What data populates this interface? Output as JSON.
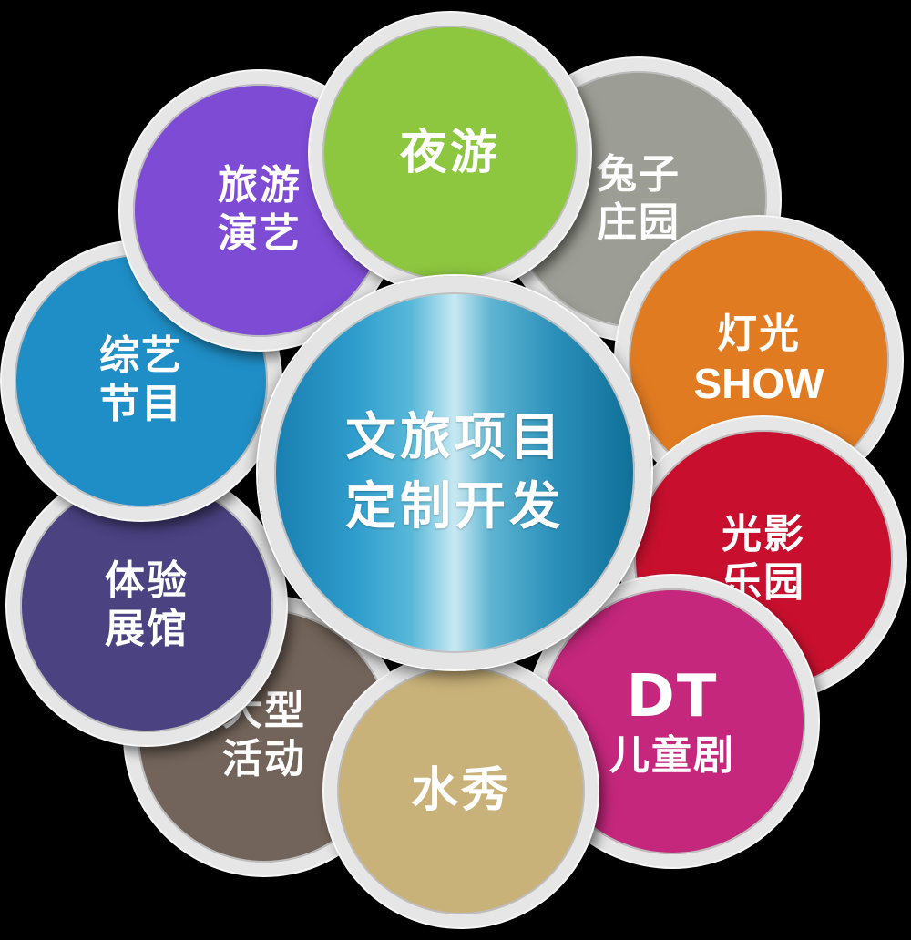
{
  "center": {
    "lines": [
      "文旅项目",
      "定制开发"
    ]
  },
  "petals": [
    {
      "id": "ye-you",
      "lines": [
        "夜游"
      ],
      "color": "#8dc63f"
    },
    {
      "id": "tu-zi-zhuang-yuan",
      "lines": [
        "兔子",
        "庄园"
      ],
      "color": "#9c9d94"
    },
    {
      "id": "deng-guang-show",
      "lines": [
        "灯光",
        "SHOW"
      ],
      "color": "#e07b22"
    },
    {
      "id": "guang-ying-le-yuan",
      "lines": [
        "光影",
        "乐园"
      ],
      "color": "#c8102e"
    },
    {
      "id": "dt-er-tong-ju",
      "lines": [
        "DT",
        "儿童剧"
      ],
      "color": "#c4277c"
    },
    {
      "id": "shui-xiu",
      "lines": [
        "水秀"
      ],
      "color": "#c9b27a"
    },
    {
      "id": "da-xing-huo-dong",
      "lines": [
        "大型",
        "活动"
      ],
      "color": "#72645a"
    },
    {
      "id": "ti-yan-zhan-guan",
      "lines": [
        "体验",
        "展馆"
      ],
      "color": "#4a4281"
    },
    {
      "id": "zong-yi-jie-mu",
      "lines": [
        "综艺",
        "节目"
      ],
      "color": "#1f8ec6"
    },
    {
      "id": "lv-you-yan-yi",
      "lines": [
        "旅游",
        "演艺"
      ],
      "color": "#7d4bd4"
    }
  ]
}
